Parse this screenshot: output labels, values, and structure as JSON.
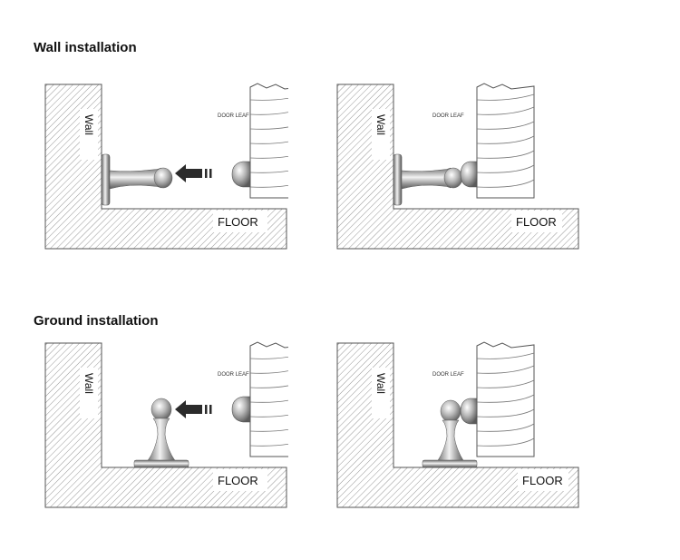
{
  "sections": {
    "wall": {
      "title": "Wall installation"
    },
    "ground": {
      "title": "Ground installation"
    }
  },
  "labels": {
    "wall": "Wall",
    "floor": "FLOOR",
    "door_leaf": "DOOR LEAF"
  },
  "colors": {
    "hatch_stroke": "#8a8a8a",
    "outline": "#555555",
    "metal_dark": "#6d6d6d",
    "metal_light": "#e6e6e6",
    "arrow": "#2b2b2b"
  }
}
